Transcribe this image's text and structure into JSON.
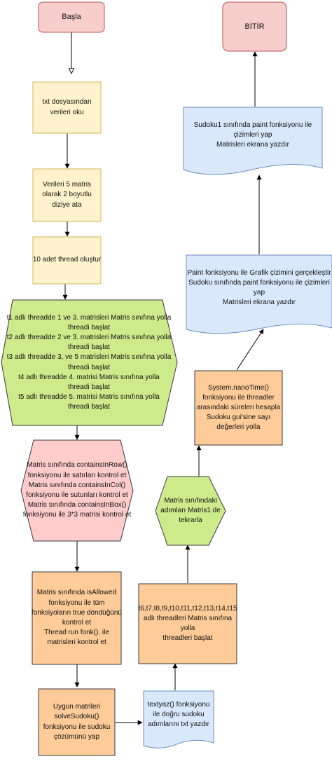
{
  "nodes": {
    "start": "Başla",
    "end": "BİTİR",
    "read_file": "txt dosyasından\nverileri oku",
    "assign_data": "Verileri 5 matris\nolarak 2 boyutlu\ndiziye ata",
    "create_threads": "10 adet thread oluştur",
    "start_threads": "t1 adlı threadde 1 ve 3. matrisleri Matris sınıfına yolla\nthreadi başlat\nt2 adlı threadde 2 ve 3. matrisleri Matris sınıfına yolla\nthreadi başlat\nt3 adlı threadde 3, ve 5 matrisleri Matris sınıfına yolla\nthreadi başlat\nt4 adlı threadde 4. matrisi Matris sınıfına yolla\nthreadi başlat\nt5 adlı threadde 5. matrisi Matris sınıfına yolla\nthreadi başlat",
    "check_matrix": "Matris sınıfında containsInRow()\nfonksiyonu ile satırları kontrol et\nMatris sınıfında containsInCol()\nfonksiyonu ile sutunları kontrol et\nMatris sınıfında containsInBox()\nfonksiyonu ile 3*3 matrisi kontrol et",
    "is_allowed": "Matris sınıfında isAllowed\nfonksiyonu ile tüm\nfonksiyoların true döndüğünü\nkontrol et\nThread run fonk(). ile\nmatrisleri kontrol et",
    "solve": "Uygun matrileri\nsolveSudoku()\nfonksiyonu  ile sudoku\nçözümünü yap",
    "textyaz": "textyaz() fonksiyonu\nile doğru sudoku\nadımlarını txt yazdır",
    "start_threads_2": "t6,t7,t8,t9,t10,t11,t12,t13,t14,t15\nadlı threadleri Matris sınıfına\nyolla\nthreadleri başlat",
    "repeat": "Matris sınıfındaki\nadımları Matris1 de\ntekrarla",
    "nano_time": "System.nanoTime()\nfonksiyonu ile threadler\narasındaki süreleri hesapla\nSudoku gui'sine sayı\ndeğerleri yolla",
    "paint_grafik": "Paint fonksiyonu ile Grafik çizimini gerçekleştir\nSudoku sınıfında paint fonksiyonu ile çizimleri\nyap\nMatrisleri ekrana yazdır",
    "paint_sudoku1": "Sudoku1 sınıfında paint fonksiyonu ile\nçizimleri yap\nMatrisleri ekrana yazdır"
  },
  "colors": {
    "terminal_fill": "#F8CECC",
    "terminal_stroke": "#B85450",
    "process_fill": "#FFF2CC",
    "process_stroke": "#D6B656",
    "green_fill": "#D5E8D4",
    "green_stroke": "#82B366",
    "hex_fill": "#CDEB8B",
    "hex_stroke": "#36393D",
    "orange_fill": "#FFCC99",
    "orange_stroke": "#36393D",
    "doc_fill": "#DAE8FC",
    "doc_stroke": "#6C8EBF",
    "arrow": "#000000"
  }
}
